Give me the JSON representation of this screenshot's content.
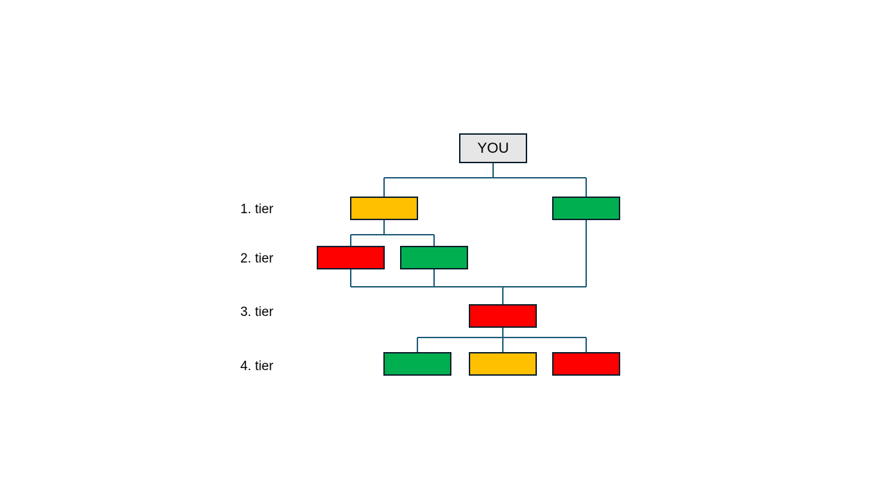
{
  "colors": {
    "yellow": "#FFC000",
    "green": "#00B050",
    "red": "#FF0000",
    "root_fill": "#E7E6E6",
    "connector": "#1F5C78",
    "border": "#0D1F2D"
  },
  "tiers": {
    "t1": "1. tier",
    "t2": "2. tier",
    "t3": "3. tier",
    "t4": "4. tier"
  },
  "nodes": [
    {
      "id": "root",
      "text": "YOU",
      "tier": 0,
      "color": "root_fill"
    },
    {
      "id": "t1a",
      "tier": 1,
      "color": "yellow",
      "parent": [
        "root"
      ]
    },
    {
      "id": "t1b",
      "tier": 1,
      "color": "green",
      "parent": [
        "root"
      ]
    },
    {
      "id": "t2a",
      "tier": 2,
      "color": "red",
      "parent": [
        "t1a"
      ]
    },
    {
      "id": "t2b",
      "tier": 2,
      "color": "green",
      "parent": [
        "t1a"
      ]
    },
    {
      "id": "t3a",
      "tier": 3,
      "color": "red",
      "parent": [
        "t2a",
        "t2b",
        "t1b"
      ]
    },
    {
      "id": "t4a",
      "tier": 4,
      "color": "green",
      "parent": [
        "t3a"
      ]
    },
    {
      "id": "t4b",
      "tier": 4,
      "color": "yellow",
      "parent": [
        "t3a"
      ]
    },
    {
      "id": "t4c",
      "tier": 4,
      "color": "red",
      "parent": [
        "t3a"
      ]
    }
  ]
}
